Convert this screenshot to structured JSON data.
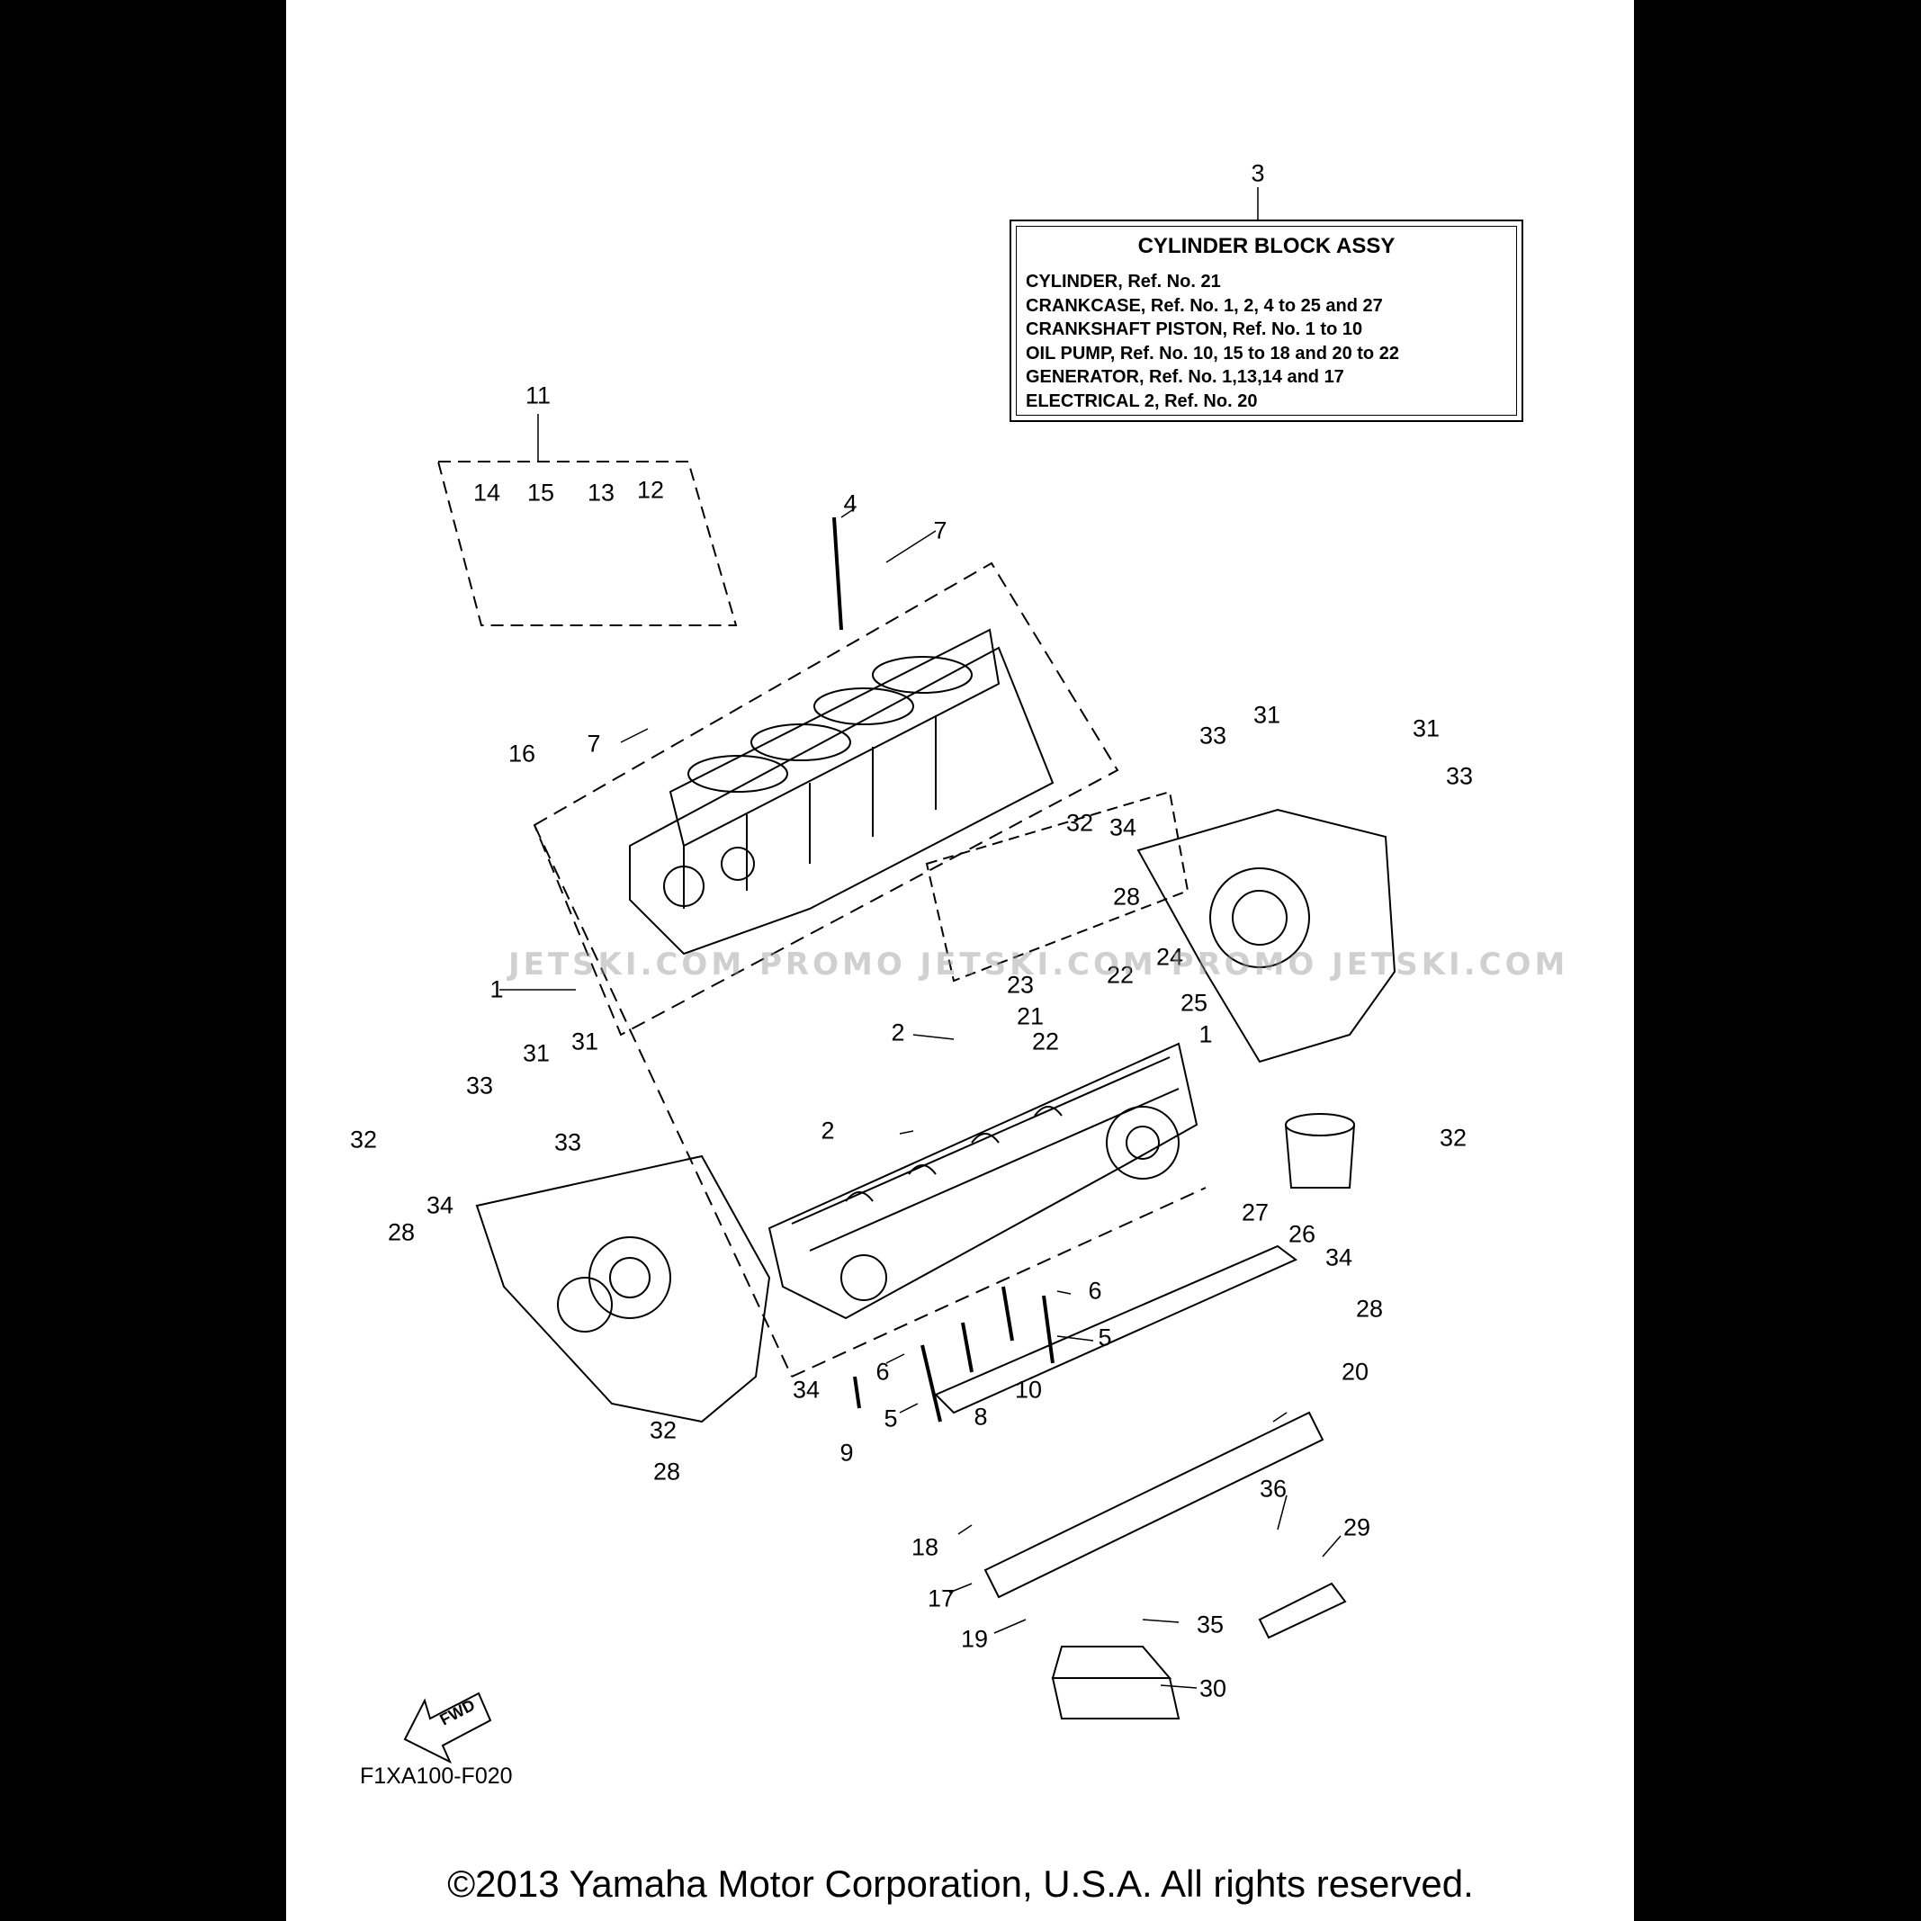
{
  "assembly_box": {
    "ref": "3",
    "title": "CYLINDER BLOCK ASSY",
    "lines": [
      "CYLINDER,  Ref. No. 21",
      "CRANKCASE, Ref. No. 1, 2, 4 to 25 and 27",
      "CRANKSHAFT PISTON, Ref. No. 1 to 10",
      "OIL PUMP,   Ref. No. 10, 15 to 18  and 20 to 22",
      "GENERATOR,  Ref. No. 1,13,14 and 17",
      "ELECTRICAL 2, Ref. No. 20"
    ]
  },
  "labels": {
    "l1a": "1",
    "l1b": "1",
    "l2a": "2",
    "l2b": "2",
    "l4": "4",
    "l5a": "5",
    "l5b": "5",
    "l6a": "6",
    "l6b": "6",
    "l7a": "7",
    "l7b": "7",
    "l8": "8",
    "l9": "9",
    "l10": "10",
    "l11": "11",
    "l12": "12",
    "l13": "13",
    "l14": "14",
    "l15": "15",
    "l16": "16",
    "l17": "17",
    "l18": "18",
    "l19": "19",
    "l20": "20",
    "l21": "21",
    "l22a": "22",
    "l22b": "22",
    "l23": "23",
    "l24": "24",
    "l25": "25",
    "l26": "26",
    "l27": "27",
    "l28a": "28",
    "l28b": "28",
    "l28c": "28",
    "l28d": "28",
    "l29": "29",
    "l30": "30",
    "l31a": "31",
    "l31b": "31",
    "l31c": "31",
    "l31d": "31",
    "l32a": "32",
    "l32b": "32",
    "l32c": "32",
    "l32d": "32",
    "l33a": "33",
    "l33b": "33",
    "l33c": "33",
    "l33d": "33",
    "l34a": "34",
    "l34b": "34",
    "l34c": "34",
    "l34d": "34",
    "l35": "35",
    "l36": "36"
  },
  "fwd_label": "FWD",
  "diagram_code": "F1XA100-F020",
  "watermark": "JETSKI.COM   PROMO JETSKI.COM  PROMO JETSKI.COM",
  "copyright": "©2013 Yamaha Motor Corporation, U.S.A. All rights reserved."
}
